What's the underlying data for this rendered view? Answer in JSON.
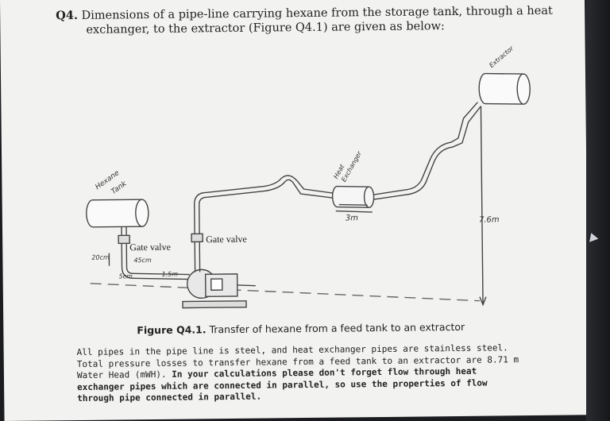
{
  "question": {
    "number": "Q4.",
    "line1": "Dimensions of a pipe-line carrying hexane from the storage tank, through a heat",
    "line2": "exchanger, to the extractor (Figure Q4.1) are given as below:"
  },
  "figure": {
    "labels": {
      "hexane_tank": "Hexane",
      "hexane_tank_2": "Tank",
      "heat_exchanger": "Heat",
      "heat_exchanger_2": "Exchanger",
      "extractor": "Extractor",
      "exchanger_length": "3m",
      "height": "7.6m",
      "gate_valve_left": "Gate valve",
      "gate_valve_right": "Gate valve",
      "dim_20cm": "20cm",
      "dim_45cm": "45cm",
      "dim_5cm": "5cm",
      "dim_1_5m": "1.5m"
    },
    "caption_bold": "Figure Q4.1.",
    "caption_text": "Transfer of hexane from a feed tank to an extractor"
  },
  "paragraph": {
    "normal": "All pipes in the pipe line is steel, and heat exchanger pipes are stainless steel. Total pressure losses to transfer hexane from a feed tank to an extractor are 8.71 m Water Head (mWH).",
    "bold": "In your calculations please don't forget flow through heat exchanger pipes which are connected in parallel, so use the properties of flow through pipe connected in parallel."
  }
}
